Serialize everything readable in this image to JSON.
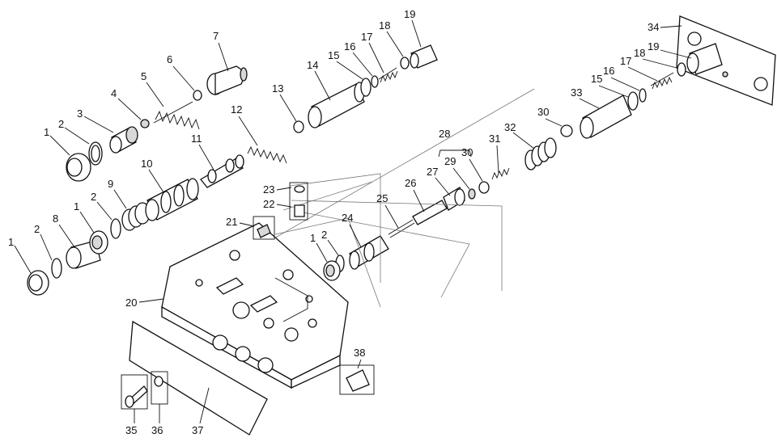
{
  "labels": {
    "c1": "1",
    "c2": "2",
    "c3": "3",
    "c4": "4",
    "c5": "5",
    "c6": "6",
    "c7": "7",
    "b1": "1",
    "b2": "2",
    "b8": "8",
    "b1b": "1",
    "b2b": "2",
    "b9": "9",
    "b10": "10",
    "b11": "11",
    "b12": "12",
    "t13": "13",
    "t14": "14",
    "t15": "15",
    "t16": "16",
    "t17": "17",
    "t18": "18",
    "t19": "19",
    "r34": "34",
    "r19": "19",
    "r18": "18",
    "r17": "17",
    "r16": "16",
    "r15": "15",
    "r33": "33",
    "m30": "30",
    "m32": "32",
    "m28": "28",
    "m31": "31",
    "m29": "29",
    "m30b": "30",
    "m27": "27",
    "m26": "26",
    "m25": "25",
    "m24": "24",
    "m1": "1",
    "m2": "2",
    "h23": "23",
    "h22": "22",
    "h21": "21",
    "h20": "20",
    "n38": "38",
    "n35": "35",
    "n36": "36",
    "n37": "37"
  }
}
